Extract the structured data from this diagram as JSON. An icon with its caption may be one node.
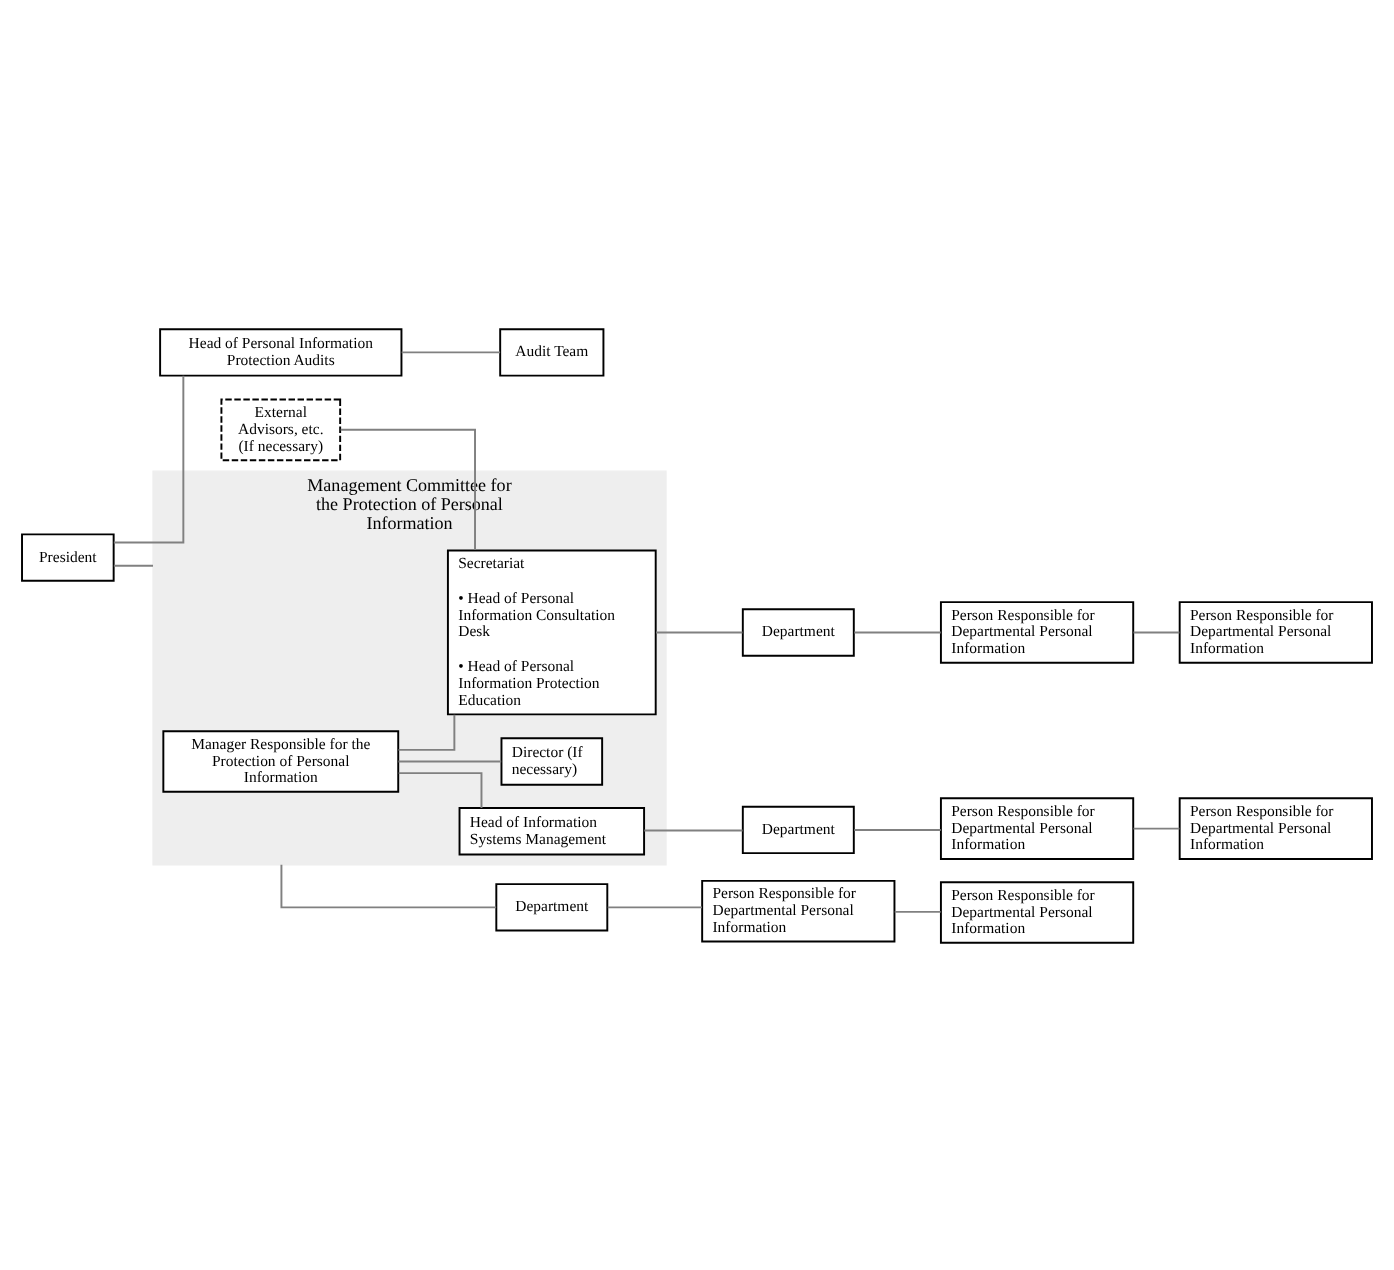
{
  "diagram": {
    "nodes": [
      {
        "text": [
          "President"
        ]
      },
      {
        "text": [
          "Head of Personal Information Protection Audits"
        ]
      },
      {
        "text": [
          "Audit Team"
        ]
      },
      {
        "text": [
          "Management Committee for the Protection of Personal Information"
        ]
      },
      {
        "text": [
          "Manager Responsible for the Protection of Personal Information"
        ],
        "in": 3
      },
      {
        "text": [
          "Secretariat",
          "• Head of Personal Information Consultation Desk",
          "• Head of Personal Information Protection Education"
        ],
        "in": 3
      },
      {
        "text": [
          "Head of Information Systems Management"
        ],
        "in": 3
      },
      {
        "text": [
          "Director (If necessary)"
        ],
        "in": 3
      },
      {
        "text": [
          "External Advisors, etc. (If necessary)"
        ]
      },
      {
        "text": [
          "Department"
        ]
      },
      {
        "text": [
          "Person Responsible for Departmental Personal Information"
        ]
      },
      {
        "text": [
          "Person Responsible for Departmental Personal Information"
        ]
      },
      {
        "text": [
          "Department"
        ]
      },
      {
        "text": [
          "Person Responsible for Departmental Personal Information"
        ]
      },
      {
        "text": [
          "Person Responsible for Departmental Personal Information"
        ]
      },
      {
        "text": [
          "Department"
        ]
      },
      {
        "text": [
          "Person Responsible for Departmental Personal Information"
        ]
      },
      {
        "text": [
          "Person Responsible for Departmental Personal Information"
        ]
      }
    ],
    "edges": [
      {
        "from": 0,
        "to": 1,
        "arrow": "none"
      },
      {
        "from": 1,
        "to": 2,
        "arrow": "none"
      },
      {
        "from": 0,
        "to": 3,
        "arrow": "none"
      },
      {
        "from": 3,
        "to": 9,
        "arrow": "none"
      },
      {
        "from": 9,
        "to": 10,
        "arrow": "none"
      },
      {
        "from": 10,
        "to": 11,
        "arrow": "none"
      },
      {
        "from": 4,
        "to": 5,
        "arrow": "none"
      },
      {
        "from": 4,
        "to": 6,
        "arrow": "none"
      },
      {
        "from": 4,
        "to": 7,
        "arrow": "none"
      },
      {
        "from": 8,
        "to": 5,
        "arrow": "none"
      },
      {
        "from": 5,
        "to": 12,
        "arrow": "none"
      },
      {
        "from": 12,
        "to": 13,
        "arrow": "none"
      },
      {
        "from": 13,
        "to": 14,
        "arrow": "none"
      },
      {
        "from": 6,
        "to": 15,
        "arrow": "none"
      },
      {
        "from": 15,
        "to": 16,
        "arrow": "none"
      },
      {
        "from": 16,
        "to": 17,
        "arrow": "none"
      }
    ]
  }
}
